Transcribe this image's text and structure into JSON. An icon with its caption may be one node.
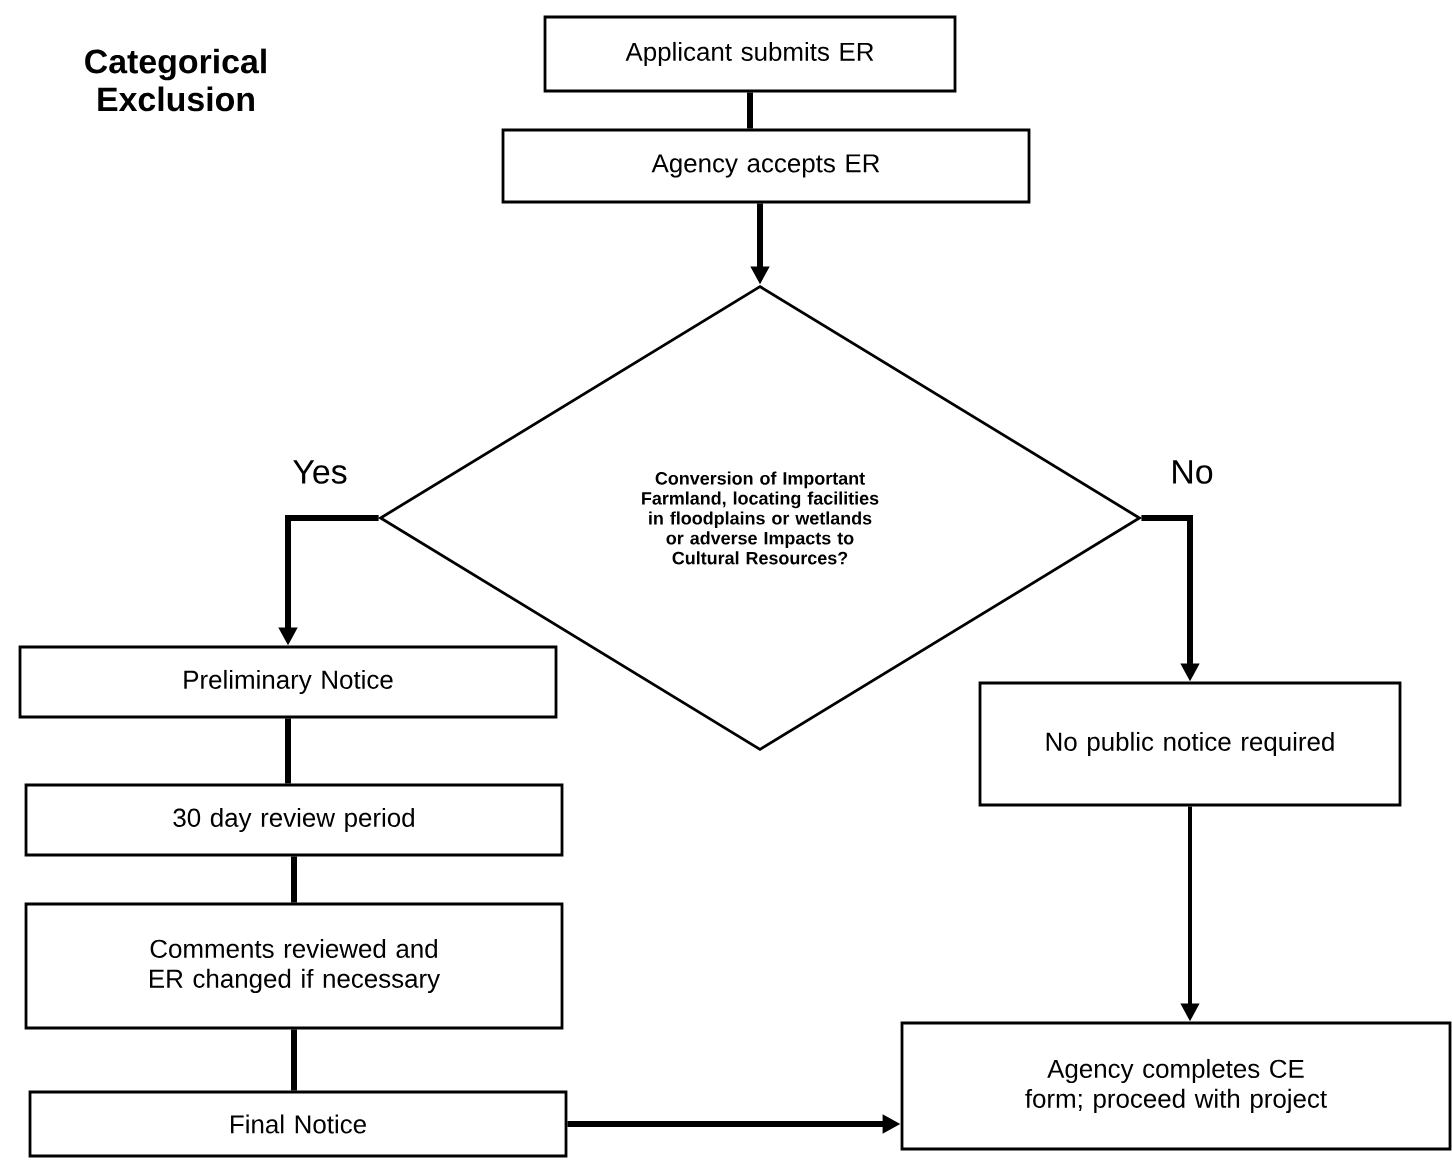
{
  "diagram": {
    "title": "Categorical Exclusion",
    "nodes": [
      {
        "text": [
          "Applicant submits ER"
        ]
      },
      {
        "text": [
          "Agency accepts ER"
        ]
      },
      {
        "text": [
          "Conversion of Important Farmland, locating facilities in floodplains or wetlands or adverse Impacts to Cultural Resources?"
        ]
      },
      {
        "text": [
          "Preliminary Notice"
        ]
      },
      {
        "text": [
          "30 day review period"
        ]
      },
      {
        "text": [
          "Comments reviewed and ER changed if necessary"
        ]
      },
      {
        "text": [
          "Final Notice"
        ]
      },
      {
        "text": [
          "No public notice required"
        ]
      },
      {
        "text": [
          "Agency completes CE form; proceed with project"
        ]
      }
    ],
    "edges": [
      {
        "from": 0,
        "to": 1,
        "arrow": "none"
      },
      {
        "from": 1,
        "to": 2,
        "arrow": "to"
      },
      {
        "from": 2,
        "to": 3,
        "arrow": "to",
        "label": "Yes"
      },
      {
        "from": 2,
        "to": 7,
        "arrow": "to",
        "label": "No"
      },
      {
        "from": 3,
        "to": 4,
        "arrow": "none"
      },
      {
        "from": 4,
        "to": 5,
        "arrow": "none"
      },
      {
        "from": 5,
        "to": 6,
        "arrow": "none"
      },
      {
        "from": 7,
        "to": 8,
        "arrow": "to"
      },
      {
        "from": 6,
        "to": 8,
        "arrow": "to"
      }
    ]
  }
}
